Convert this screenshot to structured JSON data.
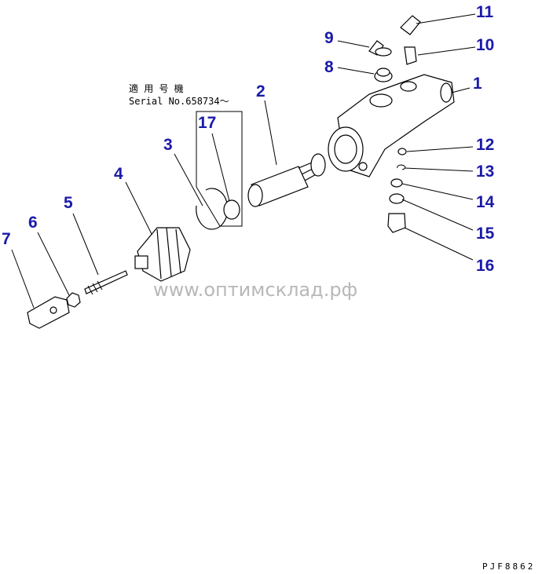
{
  "diagram": {
    "labels": {
      "p1": "1",
      "p2": "2",
      "p3": "3",
      "p4": "4",
      "p5": "5",
      "p6": "6",
      "p7": "7",
      "p8": "8",
      "p9": "9",
      "p10": "10",
      "p11": "11",
      "p12": "12",
      "p13": "13",
      "p14": "14",
      "p15": "15",
      "p16": "16",
      "p17": "17"
    },
    "note_line1": "適 用 号 機",
    "note_line2": "Serial No.658734～",
    "watermark": "www.оптимсклад.рф",
    "drawing_code": "PJF8862",
    "label_color": "#1a1aa8"
  }
}
